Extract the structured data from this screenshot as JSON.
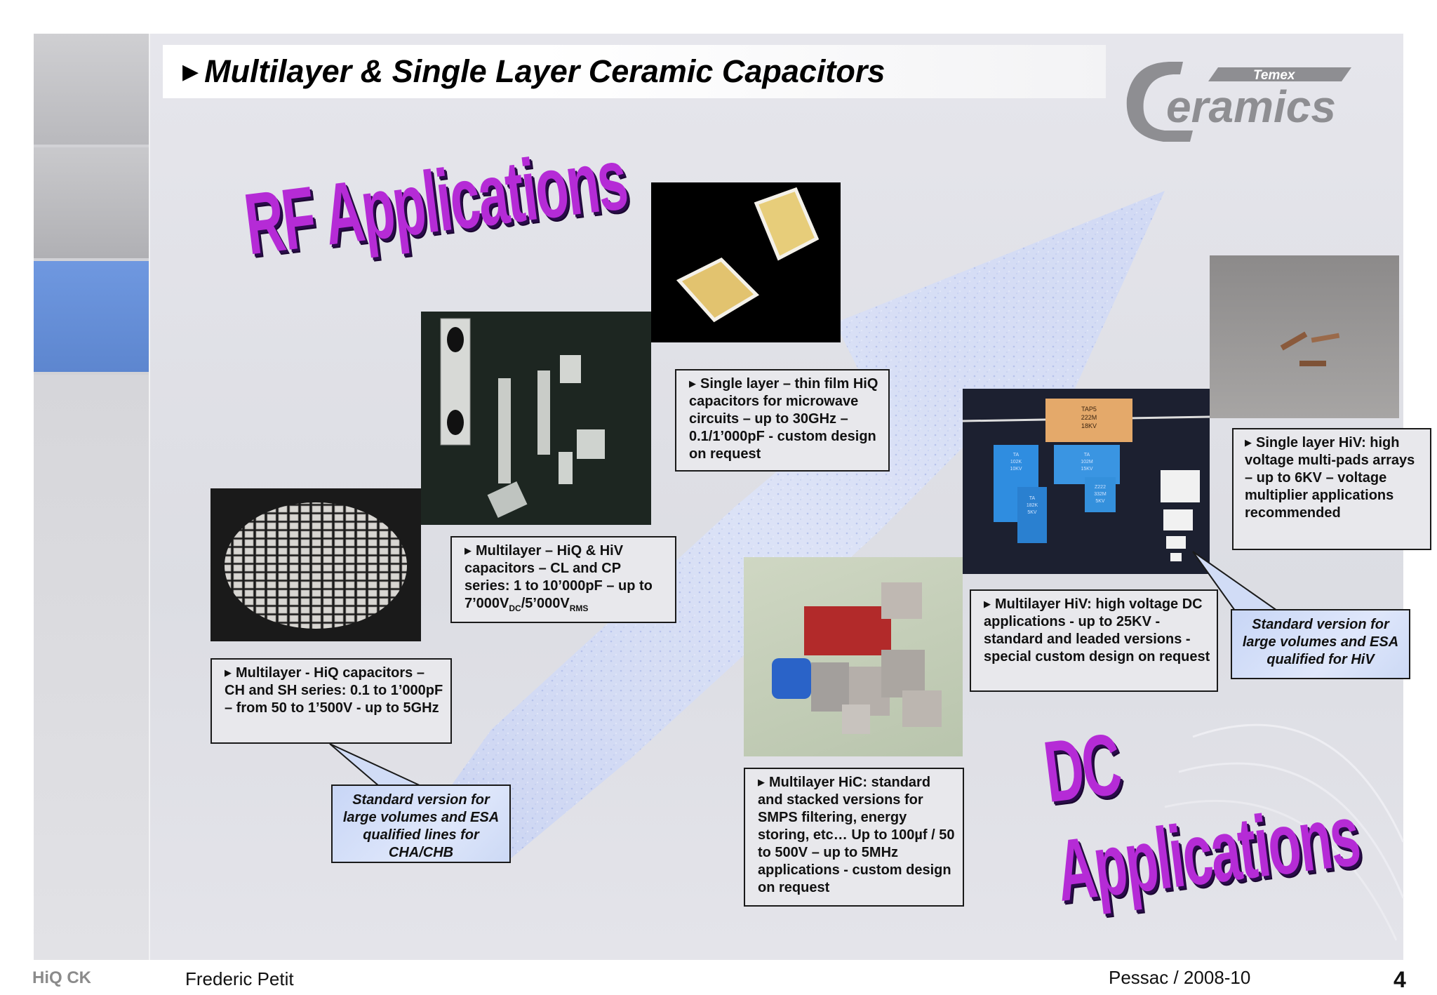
{
  "slide": {
    "title": "Multilayer & Single Layer Ceramic Capacitors",
    "logo": {
      "top_text": "Temex",
      "main_text": "eramics",
      "initial": "C"
    },
    "wordart": {
      "rf": "RF Applications",
      "dc": "DC Applications"
    },
    "boxes": {
      "multilayer_hiq": "Multilayer - HiQ capacitors – CH and SH series: 0.1 to 1’000pF – from 50 to 1’500V - up to 5GHz",
      "multilayer_hiq_hiv_lines": {
        "l1": "Multilayer – HiQ & HiV",
        "l2": "capacitors – CL and CP",
        "l3": "series: 1 to 10’000pF – up to",
        "l4_a": "7’000V",
        "l4_sub1": "DC",
        "l4_b": "/5’000V",
        "l4_sub2": "RMS"
      },
      "single_layer_thin": "Single layer – thin film HiQ capacitors for microwave circuits – up to 30GHz – 0.1/1’000pF - custom design on request",
      "multilayer_hiv": "Multilayer HiV: high voltage DC applications - up to 25KV - standard and leaded versions - special custom design on request",
      "single_layer_hiv": "Single layer HiV: high voltage multi-pads arrays – up to 6KV – voltage multiplier applications recommended",
      "multilayer_hic": "Multilayer HiC: standard and stacked versions for SMPS filtering, energy storing, etc… Up to 100µf / 50 to 500V – up to 5MHz applications - custom design on request"
    },
    "callouts": {
      "cha_chb": "Standard version for large volumes and ESA qualified lines for CHA/CHB",
      "hiv": "Standard version for large volumes and ESA qualified for HiV"
    },
    "photo_labels": {
      "tap5": [
        "TAP5",
        "222M",
        "18KV"
      ],
      "blue1": [
        "TA",
        "102K",
        "10KV"
      ],
      "blue2": [
        "TA",
        "102M",
        "15KV"
      ],
      "blue3": [
        "TA",
        "182K",
        "5KV"
      ],
      "blue4": [
        "Z222",
        "332M",
        "5KV"
      ]
    }
  },
  "footer": {
    "left": "HiQ CK",
    "author": "Frederic Petit",
    "place_date": "Pessac / 2008-10",
    "page": "4"
  },
  "colors": {
    "wordart": "#b52bd6",
    "sidebar_accent": "#6f98e0",
    "callout_fill": "#c8d6f6"
  }
}
